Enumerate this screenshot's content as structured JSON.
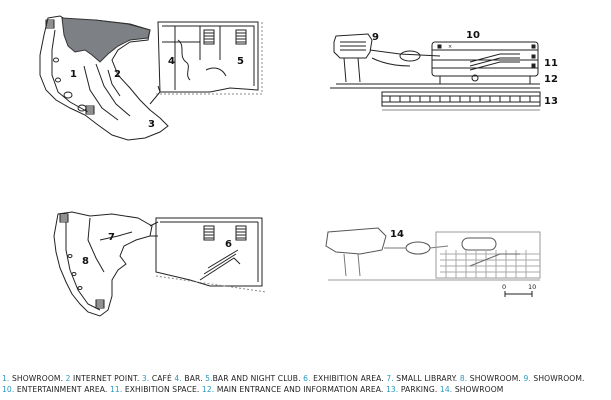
{
  "plan_numbers": [
    "1",
    "2",
    "3",
    "4",
    "5",
    "6",
    "7",
    "8",
    "9",
    "10",
    "11",
    "12",
    "13",
    "14"
  ],
  "scale": {
    "start": "0",
    "end": "10"
  },
  "legend": [
    {
      "num": "1.",
      "text": " SHOWROOM."
    },
    {
      "num": "2",
      "text": " INTERNET POINT."
    },
    {
      "num": "3.",
      "text": " CAFÉ"
    },
    {
      "num": "4.",
      "text": " BAR."
    },
    {
      "num": "5.",
      "text": "BAR AND NIGHT CLUB."
    },
    {
      "num": "6.",
      "text": " EXHIBITION AREA."
    },
    {
      "num": "7.",
      "text": " SMALL LIBRARY."
    },
    {
      "num": "8.",
      "text": " SHOWROOM."
    },
    {
      "num": "9.",
      "text": " SHOWROOM."
    },
    {
      "num": "10.",
      "text": " ENTERTAINMENT AREA."
    },
    {
      "num": "11.",
      "text": " EXHIBITION SPACE."
    },
    {
      "num": "12.",
      "text": " MAIN ENTRANCE AND INFORMATION AREA."
    },
    {
      "num": "13.",
      "text": " PARKING."
    },
    {
      "num": "14.",
      "text": " SHOWROOM"
    }
  ],
  "colors": {
    "accent": "#2a9bc0",
    "ink": "#222222",
    "fill_dark": "#7d8084"
  }
}
